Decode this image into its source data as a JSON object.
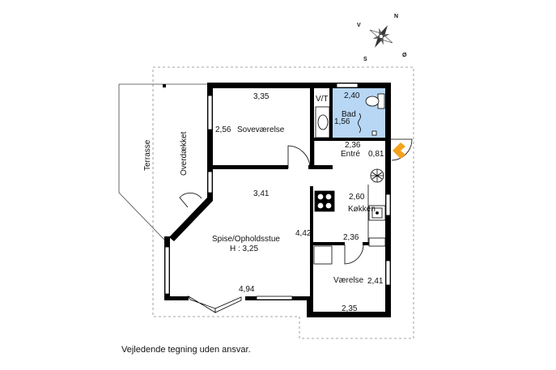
{
  "compass": {
    "n": "N",
    "s": "S",
    "v": "V",
    "o": "Ø"
  },
  "labels": {
    "terrasse": "Terrasse",
    "overdaekket": "Overdækket",
    "bedroom_width": "3,35",
    "bedroom_depth": "2,56",
    "bedroom_name": "Soveværelse",
    "vt": "V/T",
    "bath_width": "2,40",
    "bath_name": "Bad",
    "bath_depth": "1,56",
    "hall_width": "2,36",
    "hall_name": "Entré",
    "hall_depth": "0,81",
    "living_width": "3,41",
    "kitchen_width": "2,60",
    "kitchen_name": "Køkken",
    "living_depth": "4,42",
    "kitchen_depth": "2,36",
    "living_name": "Spise/Opholdsstue",
    "living_height": "H : 3,25",
    "room_name": "Værelse",
    "room_depth": "2,41",
    "living_bottom": "4,94",
    "room_width": "2,35"
  },
  "disclaimer": "Vejledende tegning uden ansvar.",
  "colors": {
    "wall": "#000000",
    "bath": "#b8d7f5",
    "entrance_arrow": "#f3a21c",
    "dash": "#888888"
  }
}
